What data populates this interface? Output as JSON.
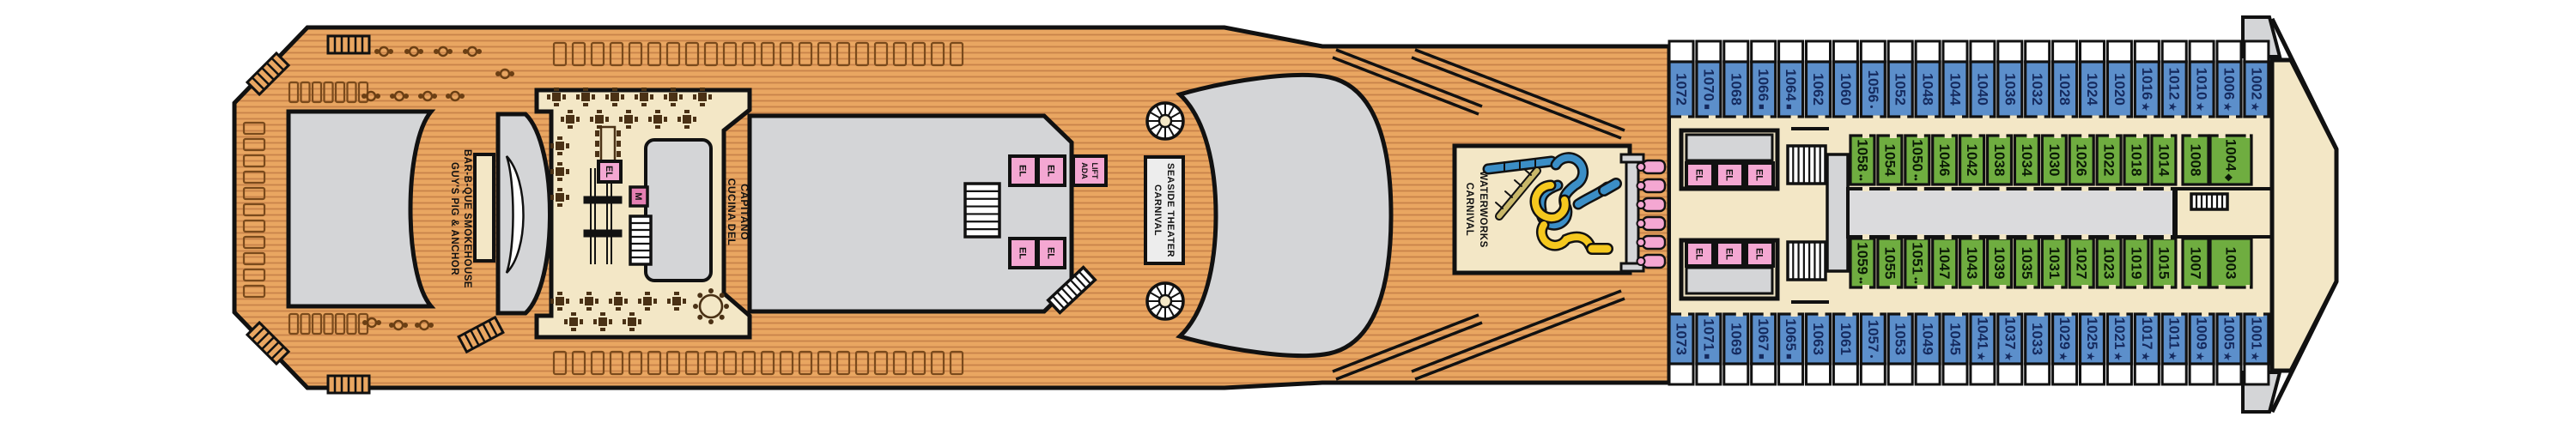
{
  "venues": {
    "smokehouse": {
      "line1": "GUY'S PIG & ANCHOR",
      "line2": "BAR-B-QUE SMOKEHOUSE"
    },
    "cucina": {
      "line1": "CUCINA DEL",
      "line2": "CAPITANO"
    },
    "theater": {
      "line1": "CARNIVAL",
      "line2": "SEASIDE THEATER"
    },
    "waterworks": {
      "line1": "CARNIVAL",
      "line2": "WATERWORKS"
    }
  },
  "elevators": {
    "el": "EL",
    "ada_line1": "ADA",
    "ada_line2": "LIFT",
    "service": "M"
  },
  "cabins": {
    "top_outer": [
      {
        "n": "1072"
      },
      {
        "n": "1070",
        "sym": "■"
      },
      {
        "n": "1068"
      },
      {
        "n": "1066",
        "sym": "■"
      },
      {
        "n": "1064",
        "sym": "■"
      },
      {
        "n": "1062"
      },
      {
        "n": "1060"
      },
      {
        "n": "1056",
        "sym": "•"
      },
      {
        "n": "1052"
      },
      {
        "n": "1048"
      },
      {
        "n": "1044"
      },
      {
        "n": "1040"
      },
      {
        "n": "1036"
      },
      {
        "n": "1032"
      },
      {
        "n": "1028"
      },
      {
        "n": "1024"
      },
      {
        "n": "1020"
      },
      {
        "n": "1016",
        "sym": "★"
      },
      {
        "n": "1012",
        "sym": "★"
      },
      {
        "n": "1010",
        "sym": "★"
      },
      {
        "n": "1006",
        "sym": "★"
      },
      {
        "n": "1002",
        "sym": "★"
      }
    ],
    "bottom_outer": [
      {
        "n": "1073"
      },
      {
        "n": "1071",
        "sym": "■"
      },
      {
        "n": "1069"
      },
      {
        "n": "1067",
        "sym": "■"
      },
      {
        "n": "1065",
        "sym": "■"
      },
      {
        "n": "1063"
      },
      {
        "n": "1061"
      },
      {
        "n": "1057",
        "sym": "•"
      },
      {
        "n": "1053"
      },
      {
        "n": "1049"
      },
      {
        "n": "1045"
      },
      {
        "n": "1041",
        "sym": "★"
      },
      {
        "n": "1037",
        "sym": "★"
      },
      {
        "n": "1033"
      },
      {
        "n": "1029",
        "sym": "★"
      },
      {
        "n": "1025",
        "sym": "★"
      },
      {
        "n": "1021",
        "sym": "★"
      },
      {
        "n": "1017",
        "sym": "★"
      },
      {
        "n": "1011",
        "sym": "★"
      },
      {
        "n": "1009",
        "sym": "★"
      },
      {
        "n": "1005",
        "sym": "★"
      },
      {
        "n": "1001",
        "sym": "★"
      }
    ],
    "top_inner": [
      {
        "n": "1058",
        "sym": "••"
      },
      {
        "n": "1054"
      },
      {
        "n": "1050",
        "sym": "••"
      },
      {
        "n": "1046"
      },
      {
        "n": "1042"
      },
      {
        "n": "1038"
      },
      {
        "n": "1034"
      },
      {
        "n": "1030"
      },
      {
        "n": "1026"
      },
      {
        "n": "1022"
      },
      {
        "n": "1018"
      },
      {
        "n": "1014"
      }
    ],
    "bottom_inner": [
      {
        "n": "1059",
        "sym": "••"
      },
      {
        "n": "1055"
      },
      {
        "n": "1051",
        "sym": "••"
      },
      {
        "n": "1047"
      },
      {
        "n": "1043"
      },
      {
        "n": "1039"
      },
      {
        "n": "1035"
      },
      {
        "n": "1031"
      },
      {
        "n": "1027"
      },
      {
        "n": "1023"
      },
      {
        "n": "1019"
      },
      {
        "n": "1015"
      }
    ],
    "stern_top": [
      {
        "n": "1008"
      },
      {
        "n": "1004",
        "sym": "◆"
      }
    ],
    "stern_bottom": [
      {
        "n": "1007"
      },
      {
        "n": "1003"
      }
    ]
  },
  "colors": {
    "deck": "#E9A661",
    "plank": "#C8834A",
    "cream": "#F3E7C6",
    "gray": "#D4D5D7",
    "corridor": "#DBDBDD",
    "blue": "#5C8FCB",
    "green": "#6FAD40",
    "pink": "#F4A7D2",
    "darkpink": "#E47FB2",
    "slideblue": "#3B8EC6",
    "slideyellow": "#F5C81E",
    "bluetext": "#152A5E",
    "outline": "#111111"
  },
  "icons": [
    "stairs-icon",
    "spiral-staircase-icon",
    "escalator-icon",
    "waterslide-icon",
    "lounge-chair-icon",
    "pool-lounger-icon",
    "bench-icon",
    "dining-table-icon",
    "deck-table-icon"
  ]
}
